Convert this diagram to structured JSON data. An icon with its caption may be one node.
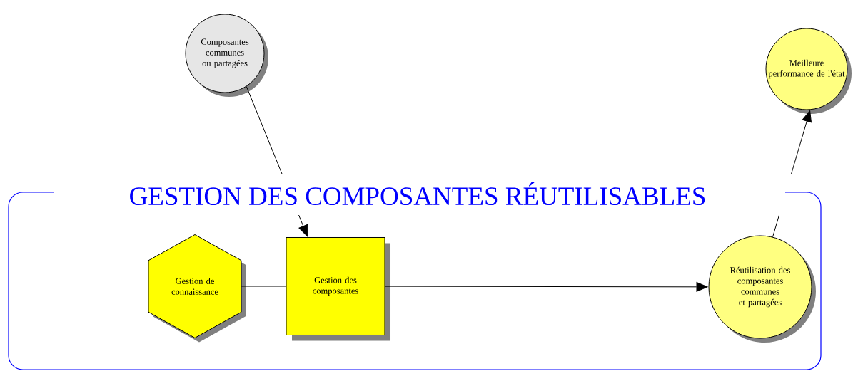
{
  "diagram": {
    "nodes": [
      {
        "text": [
          "GESTION DES COMPOSANTES RÉUTILISABLES"
        ]
      },
      {
        "text": [
          "Composantes communes ou partagées"
        ]
      },
      {
        "text": [
          "Meilleure performance de l'état"
        ]
      },
      {
        "text": [
          "Gestion de connaissance"
        ],
        "in": 0
      },
      {
        "text": [
          "Gestion des composantes"
        ],
        "in": 0
      },
      {
        "text": [
          "Réutilisation des composantes communes et partagées"
        ],
        "in": 0
      }
    ],
    "edges": [
      {
        "from": 1,
        "to": 4,
        "arrow": "to"
      },
      {
        "from": 3,
        "to": 4,
        "arrow": "none"
      },
      {
        "from": 4,
        "to": 5,
        "arrow": "to"
      },
      {
        "from": 5,
        "to": 2,
        "arrow": "to"
      }
    ]
  }
}
